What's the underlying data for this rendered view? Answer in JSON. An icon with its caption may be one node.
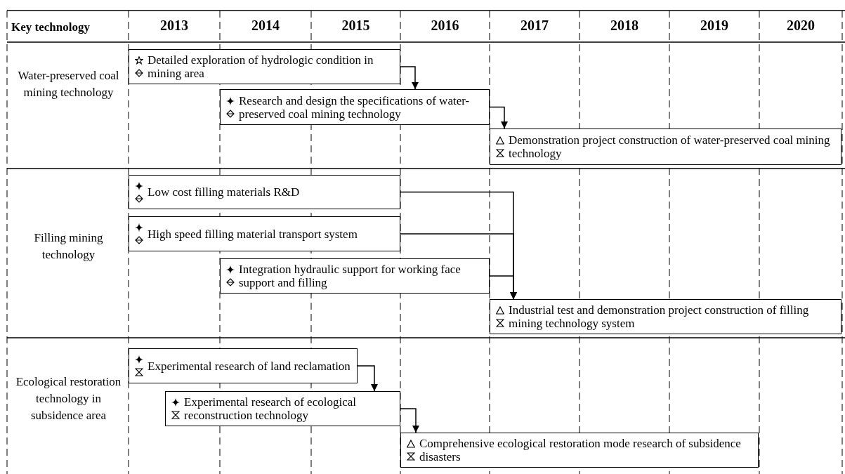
{
  "diagram": {
    "nodes": [
      {
        "text": [
          "Detailed exploration of hydrologic condition in mining area"
        ]
      },
      {
        "text": [
          "Research and design the specifications of water-preserved coal mining technology"
        ]
      },
      {
        "text": [
          "Demonstration project construction of water-preserved coal mining technology"
        ]
      },
      {
        "text": [
          "Low cost filling materials R&D"
        ]
      },
      {
        "text": [
          "High speed filling material transport system"
        ]
      },
      {
        "text": [
          "Integration hydraulic support for working face support and filling"
        ]
      },
      {
        "text": [
          "Industrial test and demonstration project construction of filling mining technology system"
        ]
      },
      {
        "text": [
          "Experimental research of land reclamation"
        ]
      },
      {
        "text": [
          "Experimental research of ecological reconstruction technology"
        ]
      },
      {
        "text": [
          "Comprehensive ecological restoration mode research of subsidence disasters"
        ]
      }
    ],
    "edges": [
      {
        "from": 0,
        "to": 1,
        "arrow": "to"
      },
      {
        "from": 1,
        "to": 2,
        "arrow": "to"
      },
      {
        "from": 3,
        "to": 6,
        "arrow": "to"
      },
      {
        "from": 4,
        "to": 6,
        "arrow": "to"
      },
      {
        "from": 5,
        "to": 6,
        "arrow": "to"
      },
      {
        "from": 7,
        "to": 8,
        "arrow": "to"
      },
      {
        "from": 8,
        "to": 9,
        "arrow": "to"
      }
    ],
    "labels": [
      "Key technology",
      "2013",
      "2014",
      "2015",
      "2016",
      "2017",
      "2018",
      "2019",
      "2020",
      "Water-preserved coal mining technology",
      "Filling mining technology",
      "Ecological restoration technology in subsidence area"
    ]
  }
}
